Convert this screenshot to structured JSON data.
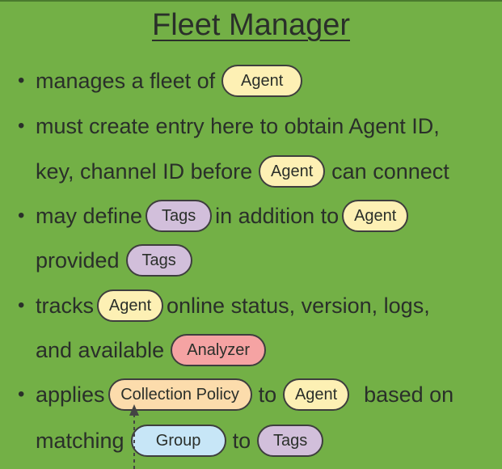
{
  "title": "Fleet Manager",
  "bullet": "•",
  "lines": {
    "l1": {
      "a": "manages a fleet of",
      "pill": "Agent"
    },
    "l2": {
      "a": "must create entry here to obtain Agent ID,"
    },
    "l3": {
      "a": "key, channel ID before",
      "pill": "Agent",
      "b": "can connect"
    },
    "l4": {
      "a": "may define",
      "pill1": "Tags",
      "b": "in addition to",
      "pill2": "Agent"
    },
    "l5": {
      "a": "provided",
      "pill": "Tags"
    },
    "l6": {
      "a": "tracks",
      "pill": "Agent",
      "b": "online status, version, logs,"
    },
    "l7": {
      "a": "and available",
      "pill": "Analyzer"
    },
    "l8": {
      "a": "applies",
      "pill1": "Collection Policy",
      "b": "to",
      "pill2": "Agent",
      "c": "based on"
    },
    "l9": {
      "a": "matching",
      "pill1": "Group",
      "b": "to",
      "pill2": "Tags"
    }
  },
  "colors": {
    "background": "#73b046",
    "agent": "#fdf0b4",
    "tags": "#d2bfdb",
    "analyzer": "#f5a3a3",
    "collection_policy": "#fcdcac",
    "group": "#c7e6f7"
  }
}
